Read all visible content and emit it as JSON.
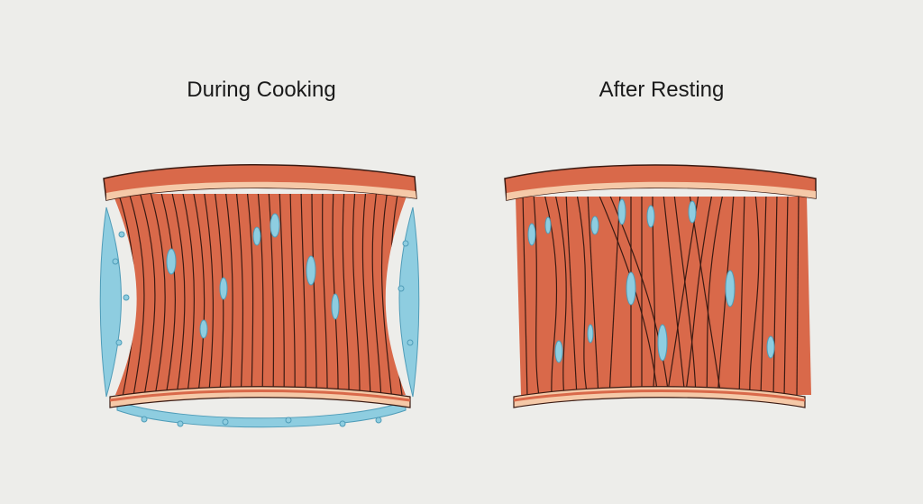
{
  "panels": [
    {
      "title": "During Cooking",
      "state": "fibers-contracted-juices-expelled"
    },
    {
      "title": "After Resting",
      "state": "fibers-relaxed-juices-redistributed"
    }
  ],
  "colors": {
    "background": "#ededea",
    "muscle": "#d9694a",
    "muscle_light": "#e8896a",
    "fat": "#f5c9a8",
    "outline": "#3a1a12",
    "juice": "#8ecde0",
    "juice_dark": "#4f9cb8"
  }
}
